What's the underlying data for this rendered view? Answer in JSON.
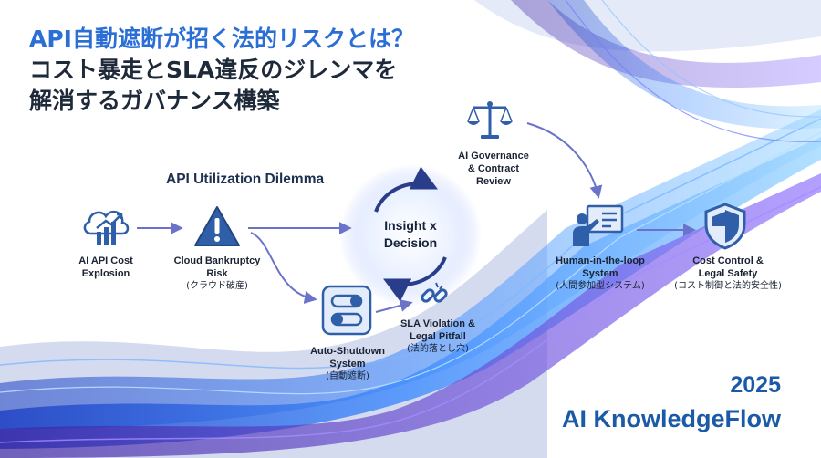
{
  "title": {
    "line1": "API自動遮断が招く法的リスクとは？",
    "line2": "コスト暴走とSLA違反のジレンマを",
    "line3": "解消するガバナンス構築"
  },
  "section_label": "API Utilization Dilemma",
  "center": {
    "line1": "Insight x",
    "line2": "Decision"
  },
  "nodes": {
    "cost": {
      "line1": "AI API Cost",
      "line2": "Explosion",
      "icon": "cloud-chart-icon"
    },
    "bankruptcy": {
      "line1": "Cloud Bankruptcy",
      "line2": "Risk",
      "sub": "(クラウド破産)",
      "icon": "warning-icon"
    },
    "shutdown": {
      "line1": "Auto-Shutdown",
      "line2": "System",
      "sub": "(自動遮断)",
      "icon": "toggle-switch-icon"
    },
    "sla": {
      "line1": "SLA Violation &",
      "line2": "Legal Pitfall",
      "sub": "(法的落とし穴)",
      "icon": "broken-chain-icon"
    },
    "governance": {
      "line1": "AI Governance",
      "line2": "& Contract",
      "line3": "Review",
      "icon": "scales-icon"
    },
    "hitl": {
      "line1": "Human-in-the-loop",
      "line2": "System",
      "sub": "(人間参加型システム)",
      "icon": "presenter-icon"
    },
    "safety": {
      "line1": "Cost Control &",
      "line2": "Legal Safety",
      "sub": "(コスト制御と法的安全性)",
      "icon": "shield-icon"
    }
  },
  "brand": {
    "year": "2025",
    "name": "AI KnowledgeFlow"
  },
  "colors": {
    "accent": "#2b6fd6",
    "icon": "#2f5fa8",
    "arrow": "#6a72c9"
  }
}
